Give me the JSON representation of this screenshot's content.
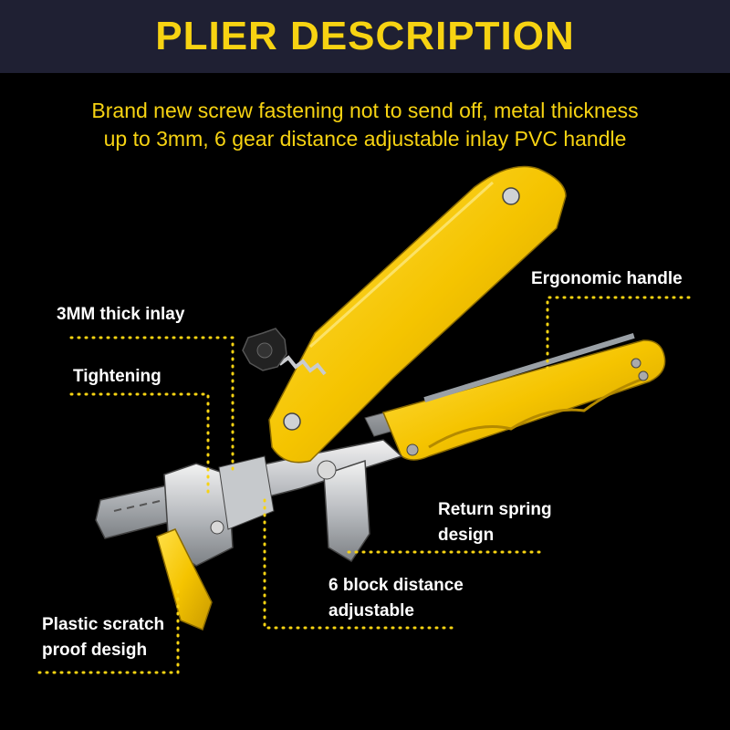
{
  "header": {
    "title": "PLIER DESCRIPTION"
  },
  "description": {
    "line1": "Brand new screw fastening not to send off, metal thickness",
    "line2": "up to 3mm, 6 gear distance adjustable inlay PVC handle"
  },
  "callouts": {
    "ergonomic_handle": "Ergonomic handle",
    "thick_inlay": "3MM thick inlay",
    "tightening": "Tightening",
    "return_spring_line1": "Return spring",
    "return_spring_line2": "design",
    "block_distance_line1": "6 block distance",
    "block_distance_line2": "adjustable",
    "plastic_scratch_line1": "Plastic scratch",
    "plastic_scratch_line2": "proof desigh"
  },
  "colors": {
    "accent": "#f7d312",
    "banner_bg": "#1f2033",
    "background": "#000000"
  }
}
